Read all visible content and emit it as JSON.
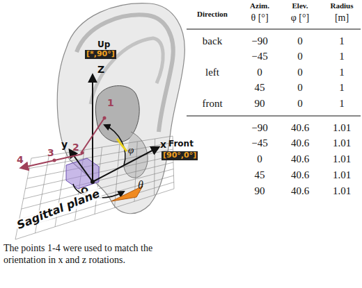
{
  "diagram": {
    "caption": "The points 1-4 were used to match the orientation in x and z rotations.",
    "labels": [
      "Up",
      "[*,90°]",
      "Z",
      "y",
      "1",
      "2",
      "3",
      "4",
      "x",
      "Front",
      "[90°,0°]",
      "O",
      "φ",
      "θ",
      "Sagittal plane",
      "Direction",
      "Azim.",
      "θ [°]",
      "Elev.",
      "φ [°]",
      "Radius",
      "[m]",
      "back",
      "−90",
      "0",
      "1",
      "−45",
      "0",
      "1",
      "left",
      "0",
      "0",
      "1",
      "45",
      "0",
      "1",
      "front",
      "90",
      "0",
      "1",
      "−90",
      "40.6",
      "1.01",
      "−45",
      "40.6",
      "1.01",
      "0",
      "40.6",
      "1.01",
      "45",
      "40.6",
      "1.01",
      "90",
      "40.6",
      "1.01"
    ]
  }
}
